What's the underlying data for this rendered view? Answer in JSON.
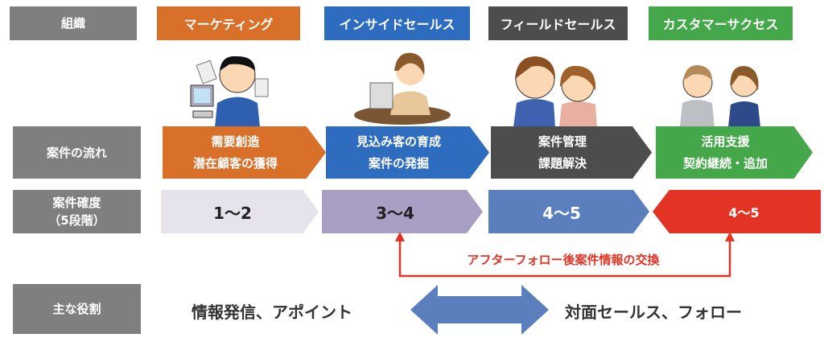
{
  "rows": {
    "org": "組織",
    "flow": "案件の流れ",
    "certainty_line1": "案件確度",
    "certainty_line2": "（5段階）",
    "role": "主な役割"
  },
  "orgs": [
    {
      "label": "マーケティング",
      "color": "#d9702a"
    },
    {
      "label": "インサイドセールス",
      "color": "#2e6cc0"
    },
    {
      "label": "フィールドセールス",
      "color": "#4d4d4d"
    },
    {
      "label": "カスタマーサクセス",
      "color": "#44a84a"
    }
  ],
  "flow": [
    {
      "line1": "需要創造",
      "line2": "潜在顧客の獲得"
    },
    {
      "line1": "見込み客の育成",
      "line2": "案件の発掘"
    },
    {
      "line1": "案件管理",
      "line2": "課題解決"
    },
    {
      "line1": "活用支援",
      "line2": "契約継続・追加"
    }
  ],
  "certainty": [
    {
      "label": "1～2",
      "color": "#e6e3ec"
    },
    {
      "label": "3～4",
      "color": "#a99fc4"
    },
    {
      "label": "4～5",
      "color": "#5b7fbd"
    },
    {
      "label": "4〜5",
      "color": "#e33324"
    }
  ],
  "feedback_label": "アフターフォロー後案件情報の交換",
  "roles": {
    "left": "情報発信、アポイント",
    "right": "対面セールス、フォロー"
  }
}
